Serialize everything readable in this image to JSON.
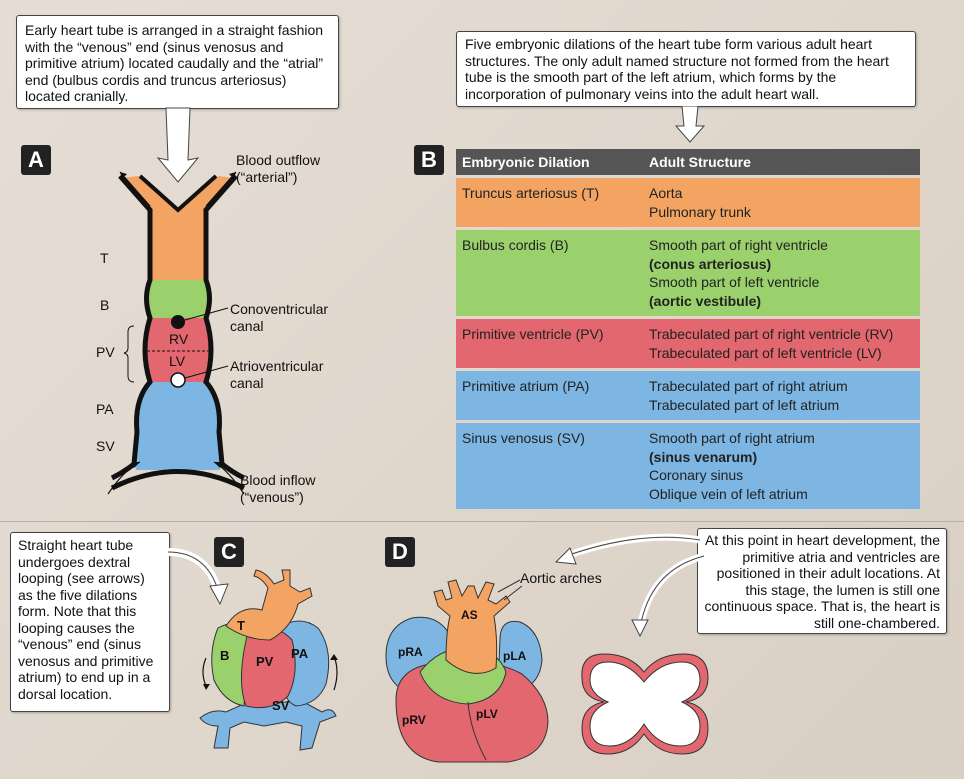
{
  "panelA": {
    "label": "A",
    "callout": "Early heart tube is arranged in a straight fashion with the “venous” end (sinus venosus and primitive atrium) located caudally and the “atrial” end (bulbus cordis and truncus arteriosus) located cranially.",
    "outflow_line1": "Blood outflow",
    "outflow_line2": "(“arterial”)",
    "inflow_line1": "Blood inflow",
    "inflow_line2": "(“venous”)",
    "conoventricular_line1": "Conoventricular",
    "conoventricular_line2": "canal",
    "atrioventricular_line1": "Atrioventricular",
    "atrioventricular_line2": "canal",
    "seg_T": "T",
    "seg_B": "B",
    "seg_PV": "PV",
    "seg_PA": "PA",
    "seg_SV": "SV",
    "inner_RV": "RV",
    "inner_LV": "LV"
  },
  "panelB": {
    "label": "B",
    "callout": "Five embryonic dilations of the heart tube form various adult heart structures. The only adult named structure not formed from the heart tube is the smooth part of the left atrium, which forms by the incorporation of pulmonary veins into the adult heart wall.",
    "header_col1": "Embryonic Dilation",
    "header_col2": "Adult Structure",
    "rows": [
      {
        "dilation": "Truncus arteriosus (T)",
        "l1": "Aorta",
        "l2": "Pulmonary trunk",
        "l3": "",
        "l4": ""
      },
      {
        "dilation": "Bulbus cordis (B)",
        "l1": "Smooth part of right ventricle",
        "l2": "(conus arteriosus)",
        "l3": "Smooth part of left ventricle",
        "l4": "(aortic vestibule)"
      },
      {
        "dilation": "Primitive ventricle (PV)",
        "l1": "Trabeculated part of right ventricle (RV)",
        "l2": "Trabeculated part of left ventricle (LV)",
        "l3": "",
        "l4": ""
      },
      {
        "dilation": "Primitive atrium (PA)",
        "l1": "Trabeculated part of right atrium",
        "l2": "Trabeculated part of left atrium",
        "l3": "",
        "l4": ""
      },
      {
        "dilation": "Sinus venosus (SV)",
        "l1": "Smooth part of right atrium",
        "l2": "(sinus venarum)",
        "l3": "Coronary sinus",
        "l4": "Oblique vein of left atrium"
      }
    ]
  },
  "panelC": {
    "label": "C",
    "callout": "Straight heart tube undergoes dextral looping (see arrows) as the five dilations form. Note that this looping causes the “venous” end (sinus venosus and primitive atrium) to end up in a dorsal location.",
    "T": "T",
    "B": "B",
    "PV": "PV",
    "PA": "PA",
    "SV": "SV"
  },
  "panelD": {
    "label": "D",
    "callout": "At this point in heart development, the primitive atria and ventricles are positioned in their adult locations. At this stage, the lumen is still one continuous space. That is, the heart is still one-chambered.",
    "aortic_arches": "Aortic arches",
    "AS": "AS",
    "pRA": "pRA",
    "pLA": "pLA",
    "pRV": "pRV",
    "pLV": "pLV"
  },
  "colors": {
    "orange": "#f4a462",
    "green": "#9bd16d",
    "red": "#e2676f",
    "blue": "#7db6e3",
    "header": "#555555"
  }
}
